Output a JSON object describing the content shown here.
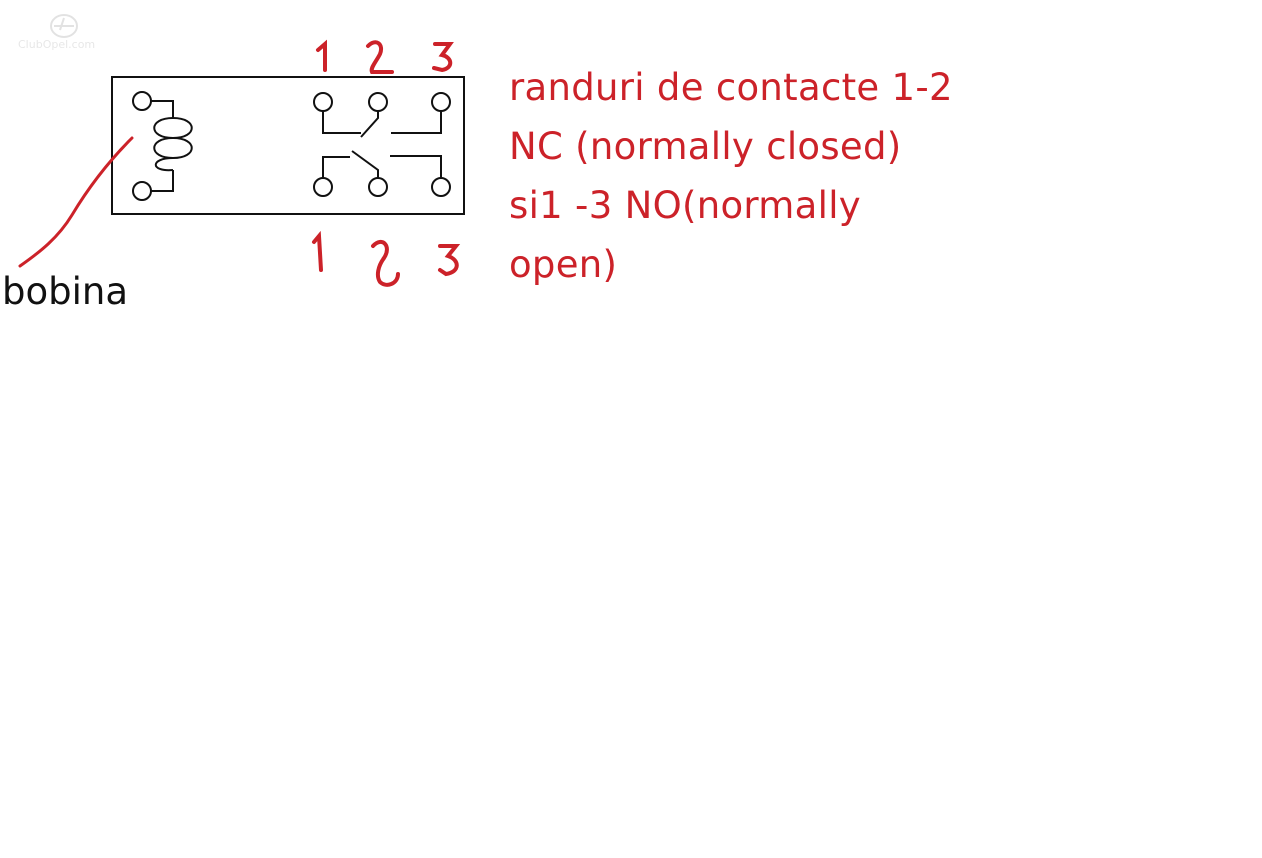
{
  "watermark": "ClubOpel.com",
  "top_contact_numbers": [
    "1",
    "2",
    "3"
  ],
  "bottom_contact_numbers": [
    "1",
    "2",
    "3"
  ],
  "coil_label": "bobina",
  "note_lines": [
    "randuri de contacte 1-2",
    "NC (normally closed)",
    "si1 -3 NO(normally",
    "open)"
  ],
  "colors": {
    "ink_black": "#111111",
    "ink_red": "#cc2229",
    "watermark": "#d8d8d8"
  }
}
